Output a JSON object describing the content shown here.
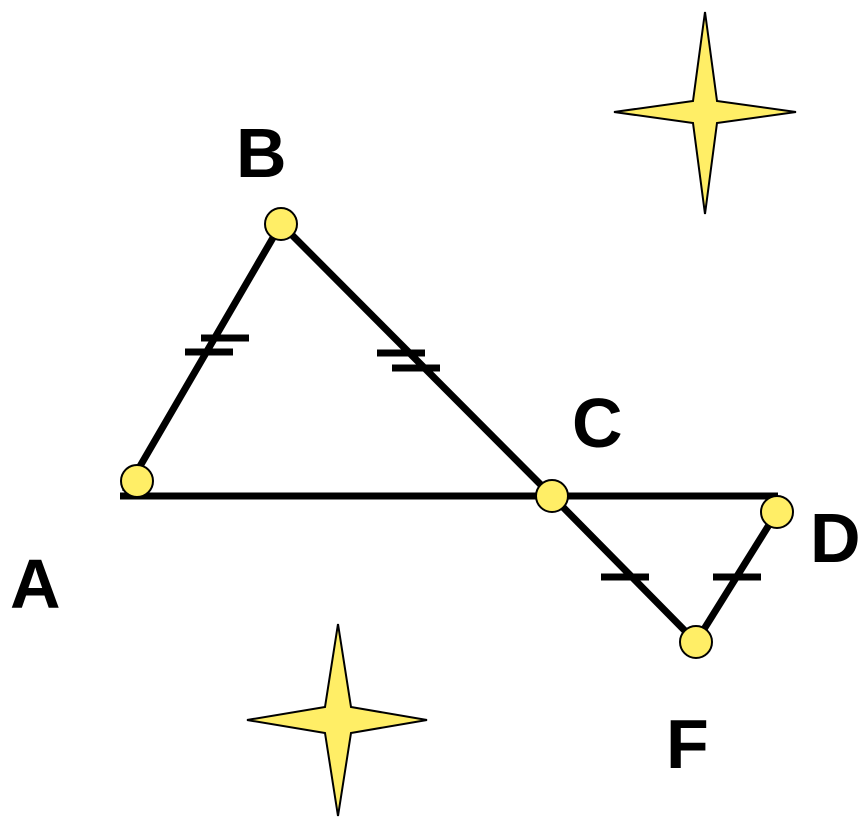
{
  "diagram": {
    "labels": {
      "A": "A",
      "B": "B",
      "C": "C",
      "D": "D",
      "F": "F"
    },
    "colors": {
      "stroke": "#000000",
      "point_fill": "#ffee66",
      "star_fill": "#ffee66",
      "background": "#ffffff"
    },
    "segments": [
      "AB",
      "BC",
      "AD",
      "CF",
      "FD"
    ],
    "congruent_marks": [
      "AB",
      "BC",
      "CF",
      "FD"
    ],
    "decorations": [
      "four-point-star",
      "four-point-star"
    ]
  }
}
